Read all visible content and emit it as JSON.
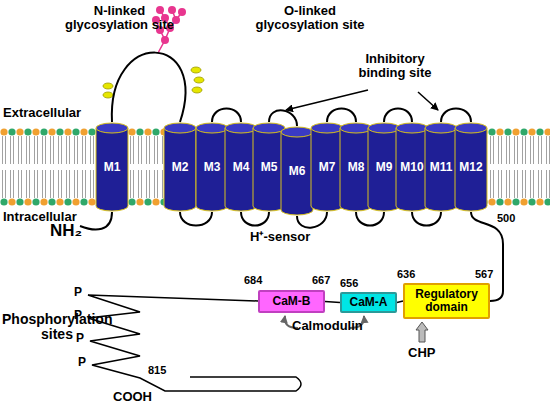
{
  "diagram": {
    "nodes": [
      {
        "text": [
          "M1"
        ]
      },
      {
        "text": [
          "M2"
        ]
      },
      {
        "text": [
          "M3"
        ]
      },
      {
        "text": [
          "M4"
        ]
      },
      {
        "text": [
          "M5"
        ]
      },
      {
        "text": [
          "M6"
        ]
      },
      {
        "text": [
          "M7"
        ]
      },
      {
        "text": [
          "M8"
        ]
      },
      {
        "text": [
          "M9"
        ]
      },
      {
        "text": [
          "M10"
        ]
      },
      {
        "text": [
          "M11"
        ]
      },
      {
        "text": [
          "M12"
        ]
      },
      {
        "text": [
          "CaM-B"
        ]
      },
      {
        "text": [
          "CaM-A"
        ]
      },
      {
        "text": [
          "Regulatory domain"
        ]
      }
    ],
    "edges": [
      {
        "from": 0,
        "to": 1,
        "arrow": "none"
      },
      {
        "from": 1,
        "to": 2,
        "arrow": "none"
      },
      {
        "from": 2,
        "to": 3,
        "arrow": "none"
      },
      {
        "from": 3,
        "to": 4,
        "arrow": "none"
      },
      {
        "from": 4,
        "to": 5,
        "arrow": "none"
      },
      {
        "from": 5,
        "to": 6,
        "arrow": "none"
      },
      {
        "from": 6,
        "to": 7,
        "arrow": "none"
      },
      {
        "from": 7,
        "to": 8,
        "arrow": "none"
      },
      {
        "from": 8,
        "to": 9,
        "arrow": "none"
      },
      {
        "from": 9,
        "to": 10,
        "arrow": "none"
      },
      {
        "from": 10,
        "to": 11,
        "arrow": "none"
      },
      {
        "from": 11,
        "to": 14,
        "arrow": "none"
      },
      {
        "from": 14,
        "to": 13,
        "arrow": "none"
      },
      {
        "from": 13,
        "to": 12,
        "arrow": "none"
      }
    ],
    "labels": [
      "N-linked glycosylation site",
      "O-linked glycosylation site",
      "Inhibitory binding site",
      "Extracellular",
      "Intracellular",
      "NH₂",
      "H⁺-sensor",
      "500",
      "684",
      "667",
      "656",
      "636",
      "567",
      "Calmodulin",
      "CHP",
      "Phosphorylation sites",
      "P",
      "P",
      "P",
      "P",
      "COOH",
      "815"
    ]
  }
}
